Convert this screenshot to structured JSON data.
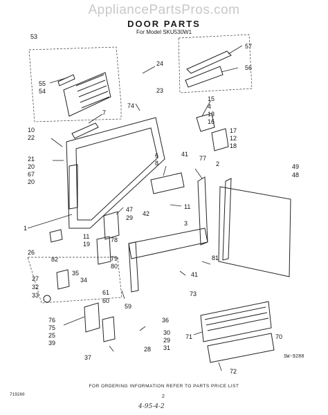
{
  "watermark": "AppliancePartsPros.com",
  "title": "DOOR PARTS",
  "subtitle": "For Model SKU530W1",
  "drawing_number": "SW-9288",
  "footer": "FOR ORDERING INFORMATION REFER TO PARTS PRICE LIST",
  "code": "719260",
  "page_number": "2",
  "handwritten": "4-95-4-2",
  "callouts": [
    "53",
    "57",
    "56",
    "55",
    "54",
    "7",
    "24",
    "23",
    "74",
    "15",
    "4",
    "13",
    "16",
    "17",
    "12",
    "18",
    "10",
    "22",
    "21",
    "20",
    "67",
    "20",
    "6",
    "8",
    "41",
    "77",
    "2",
    "49",
    "48",
    "1",
    "11",
    "47",
    "29",
    "42",
    "3",
    "11",
    "78",
    "19",
    "79",
    "80",
    "82",
    "81",
    "41",
    "26",
    "27",
    "35",
    "32",
    "34",
    "33",
    "61",
    "60",
    "59",
    "73",
    "76",
    "75",
    "25",
    "39",
    "36",
    "30",
    "29",
    "31",
    "28",
    "37",
    "71",
    "70",
    "72"
  ]
}
